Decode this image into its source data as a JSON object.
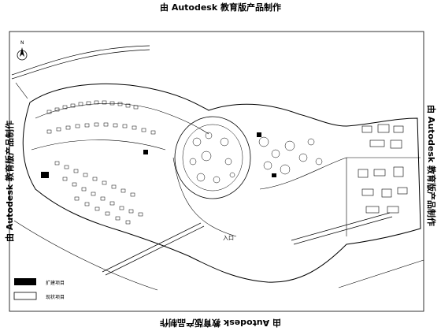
{
  "watermark": {
    "top": "由 Autodesk 教育版产品制作",
    "bottom": "由 Autodesk 教育版产品制作",
    "left": "由 Autodesk 教育版产品制作",
    "right": "由 Autodesk 教育版产品制作"
  },
  "north_arrow_label": "N",
  "legend": [
    {
      "label": "扩建项目"
    },
    {
      "label": "现状项目"
    }
  ],
  "entrance_label": "入口",
  "colors": {
    "line": "#000000",
    "background": "#ffffff"
  }
}
